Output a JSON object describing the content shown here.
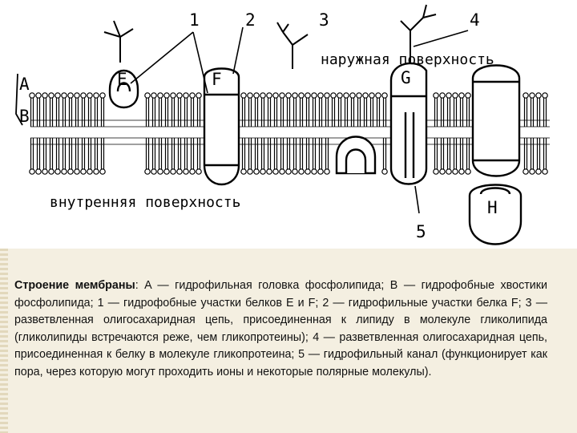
{
  "diagram": {
    "labels": {
      "A": "A",
      "B": "B",
      "E": "E",
      "F": "F",
      "G": "G",
      "H": "H",
      "n1": "1",
      "n2": "2",
      "n3": "3",
      "n4": "4",
      "n5": "5",
      "outer": "наружная поверхность",
      "inner": "внутренняя поверхность"
    }
  },
  "caption": {
    "title": "Строение мембраны",
    "body": ": A — гидрофильная головка фосфолипида; B — гидрофобные хвостики фосфолипида; 1 — гидрофобные участки белков E и F; 2 — гидрофильные участки белка F; 3 — разветвленная олигосахаридная цепь, присоединенная к липиду в молекуле гликолипида (гликолипиды встречаются реже, чем гликопротеины); 4 — разветвленная олигосахаридная цепь, присоединенная к белку в молекуле гликопротеина; 5 — гидрофильный канал (функционирует как пора, через которую могут проходить ионы и некоторые полярные молекулы)."
  }
}
